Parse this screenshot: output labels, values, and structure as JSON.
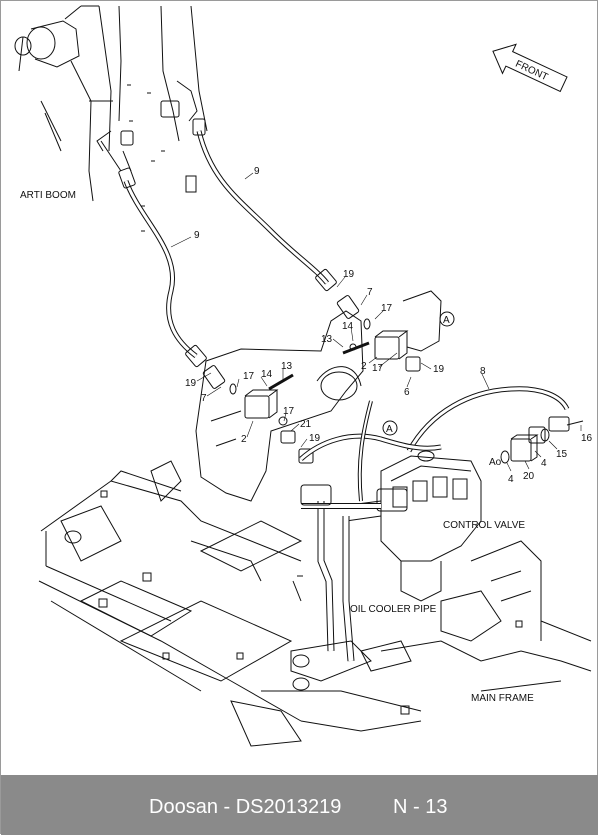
{
  "diagram": {
    "captions": {
      "arti_boom": "ARTI BOOM",
      "control_valve": "CONTROL VALVE",
      "oil_cooler_pipe": "OIL COOLER PIPE",
      "main_frame": "MAIN FRAME",
      "front": "FRONT"
    },
    "callouts": [
      {
        "id": "c9a",
        "text": "9"
      },
      {
        "id": "c9b",
        "text": "9"
      },
      {
        "id": "c19a",
        "text": "19"
      },
      {
        "id": "c7a",
        "text": "7"
      },
      {
        "id": "c17a",
        "text": "17"
      },
      {
        "id": "c14a",
        "text": "14"
      },
      {
        "id": "c13a",
        "text": "13"
      },
      {
        "id": "c2a",
        "text": "2"
      },
      {
        "id": "c17b",
        "text": "17"
      },
      {
        "id": "c19b",
        "text": "19"
      },
      {
        "id": "c6",
        "text": "6"
      },
      {
        "id": "c8",
        "text": "8"
      },
      {
        "id": "c19c",
        "text": "19"
      },
      {
        "id": "c7b",
        "text": "7"
      },
      {
        "id": "c17c",
        "text": "17"
      },
      {
        "id": "c14b",
        "text": "14"
      },
      {
        "id": "c13b",
        "text": "13"
      },
      {
        "id": "c2b",
        "text": "2"
      },
      {
        "id": "c17d",
        "text": "17"
      },
      {
        "id": "c21",
        "text": "21"
      },
      {
        "id": "c19d",
        "text": "19"
      },
      {
        "id": "c16",
        "text": "16"
      },
      {
        "id": "c15",
        "text": "15"
      },
      {
        "id": "c4a",
        "text": "4"
      },
      {
        "id": "c20",
        "text": "20"
      },
      {
        "id": "c4b",
        "text": "4"
      },
      {
        "id": "cAo",
        "text": "Ao"
      },
      {
        "id": "cA1",
        "text": "A"
      },
      {
        "id": "cA2",
        "text": "A"
      }
    ]
  },
  "footer": {
    "brand_part": "Doosan - DS2013219",
    "page": "N - 13"
  }
}
